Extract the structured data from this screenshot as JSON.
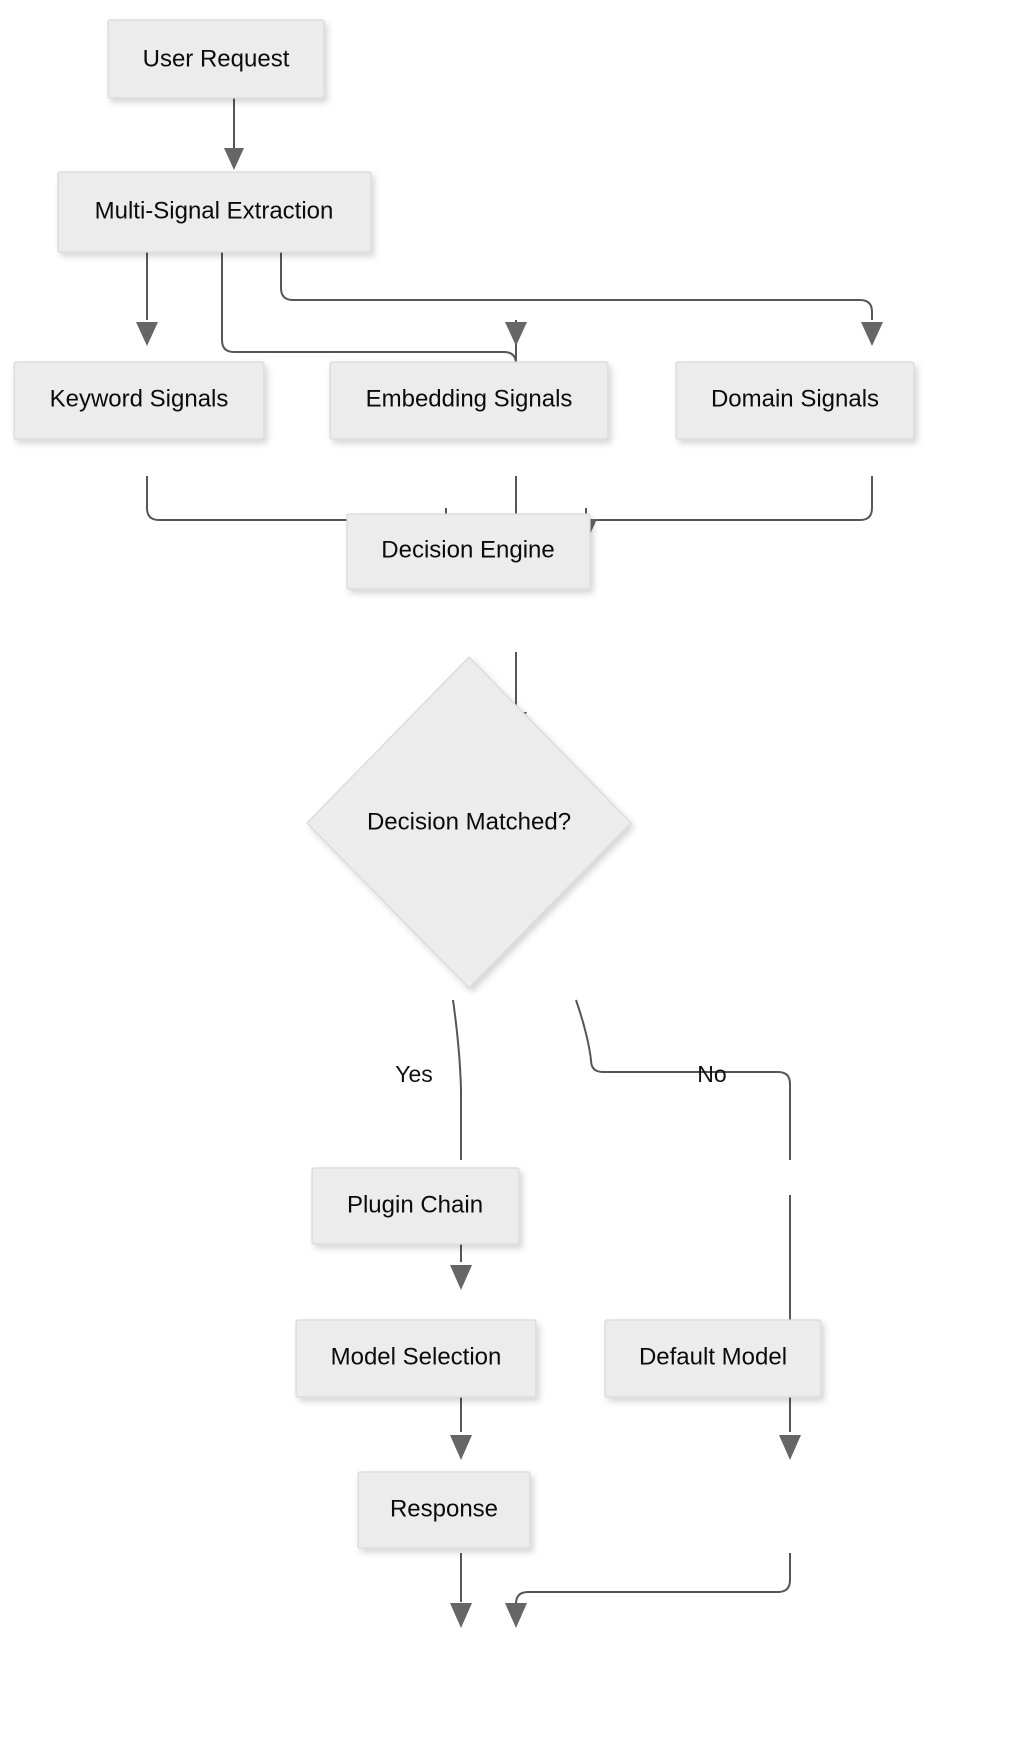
{
  "diagram": {
    "type": "flowchart",
    "direction": "top-to-bottom",
    "background_color": "#ffffff",
    "node_fill_color": "#ececec",
    "node_border_color": "#d8d8d8",
    "node_text_color": "#0b0b0b",
    "edge_color": "#565656",
    "arrowhead_color": "#666666",
    "nodes": [
      {
        "id": "user_request",
        "label": "User Request",
        "shape": "rectangle"
      },
      {
        "id": "multi_signal",
        "label": "Multi-Signal Extraction",
        "shape": "rectangle"
      },
      {
        "id": "keyword_signals",
        "label": "Keyword Signals",
        "shape": "rectangle"
      },
      {
        "id": "embedding_signals",
        "label": "Embedding Signals",
        "shape": "rectangle"
      },
      {
        "id": "domain_signals",
        "label": "Domain Signals",
        "shape": "rectangle"
      },
      {
        "id": "decision_engine",
        "label": "Decision Engine",
        "shape": "rectangle"
      },
      {
        "id": "decision_matched",
        "label": "Decision Matched?",
        "shape": "diamond"
      },
      {
        "id": "plugin_chain",
        "label": "Plugin Chain",
        "shape": "rectangle"
      },
      {
        "id": "model_selection",
        "label": "Model Selection",
        "shape": "rectangle"
      },
      {
        "id": "default_model",
        "label": "Default Model",
        "shape": "rectangle"
      },
      {
        "id": "response",
        "label": "Response",
        "shape": "rectangle"
      }
    ],
    "edges": [
      {
        "from": "user_request",
        "to": "multi_signal",
        "label": ""
      },
      {
        "from": "multi_signal",
        "to": "keyword_signals",
        "label": ""
      },
      {
        "from": "multi_signal",
        "to": "embedding_signals",
        "label": ""
      },
      {
        "from": "multi_signal",
        "to": "domain_signals",
        "label": ""
      },
      {
        "from": "keyword_signals",
        "to": "decision_engine",
        "label": ""
      },
      {
        "from": "embedding_signals",
        "to": "decision_engine",
        "label": ""
      },
      {
        "from": "domain_signals",
        "to": "decision_engine",
        "label": ""
      },
      {
        "from": "decision_engine",
        "to": "decision_matched",
        "label": ""
      },
      {
        "from": "decision_matched",
        "to": "plugin_chain",
        "label": "Yes"
      },
      {
        "from": "decision_matched",
        "to": "default_model",
        "label": "No"
      },
      {
        "from": "plugin_chain",
        "to": "model_selection",
        "label": ""
      },
      {
        "from": "model_selection",
        "to": "response",
        "label": ""
      },
      {
        "from": "default_model",
        "to": "response",
        "label": ""
      }
    ],
    "edge_labels": {
      "yes": "Yes",
      "no": "No"
    }
  }
}
